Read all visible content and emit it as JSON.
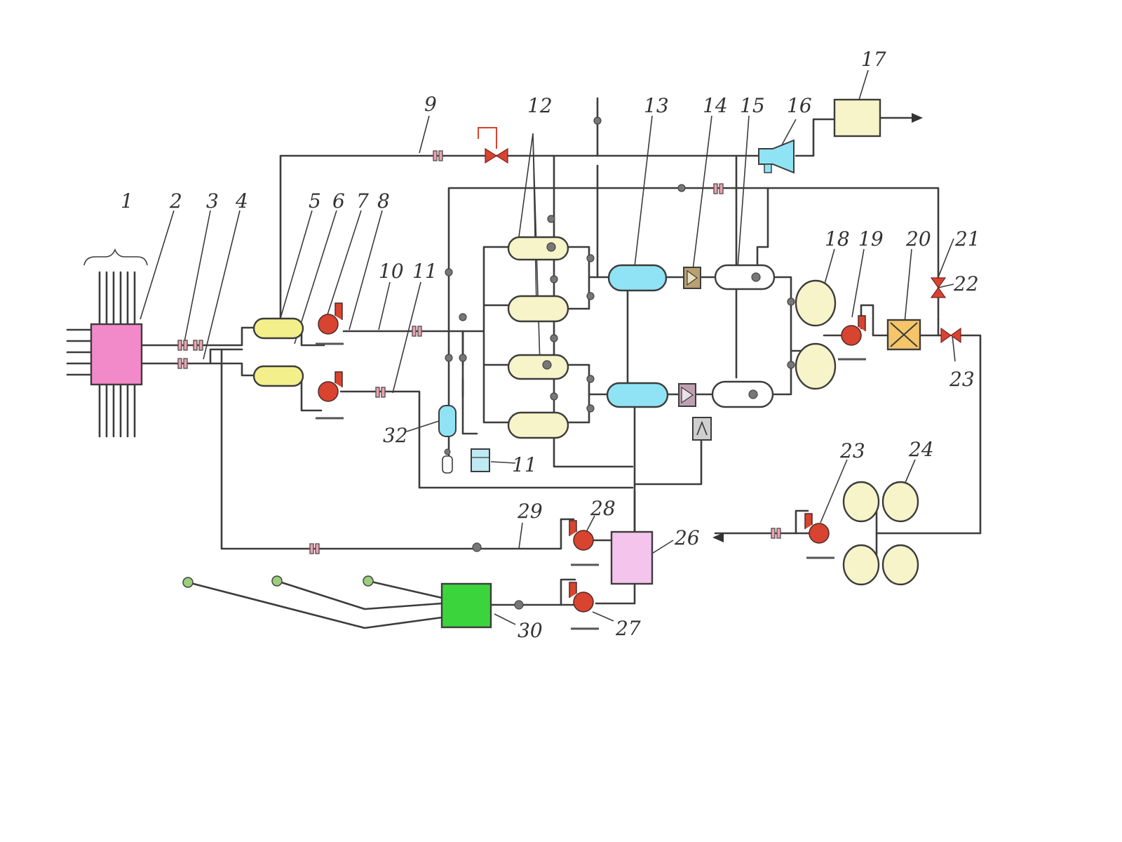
{
  "colors": {
    "pink_unit": "#f28ac9",
    "yellow_vessel": "#f3f08c",
    "cream_vessel": "#f6f4c8",
    "cyan_vessel": "#8fe3f4",
    "red_pump": "#d8442f",
    "green_unit": "#3cd43c",
    "pipe": "#3c3c3c",
    "heat_exchanger": "#f6c56a"
  },
  "icons": {
    "pump": "centrifugal-pump-icon",
    "valve": "gate-valve-icon",
    "ejector": "ejector-icon",
    "flange": "flange-icon"
  },
  "labels": {
    "l1": "1",
    "l2": "2",
    "l3": "3",
    "l4": "4",
    "l5": "5",
    "l6": "6",
    "l7": "7",
    "l8": "8",
    "l9": "9",
    "l10": "10",
    "l11a": "11",
    "l11b": "11",
    "l12": "12",
    "l13": "13",
    "l14": "14",
    "l15": "15",
    "l16": "16",
    "l17": "17",
    "l18": "18",
    "l19": "19",
    "l20": "20",
    "l21": "21",
    "l22": "22",
    "l23a": "23",
    "l23b": "23",
    "l24": "24",
    "l26": "26",
    "l27": "27",
    "l28": "28",
    "l29": "29",
    "l30": "30",
    "l32": "32"
  }
}
